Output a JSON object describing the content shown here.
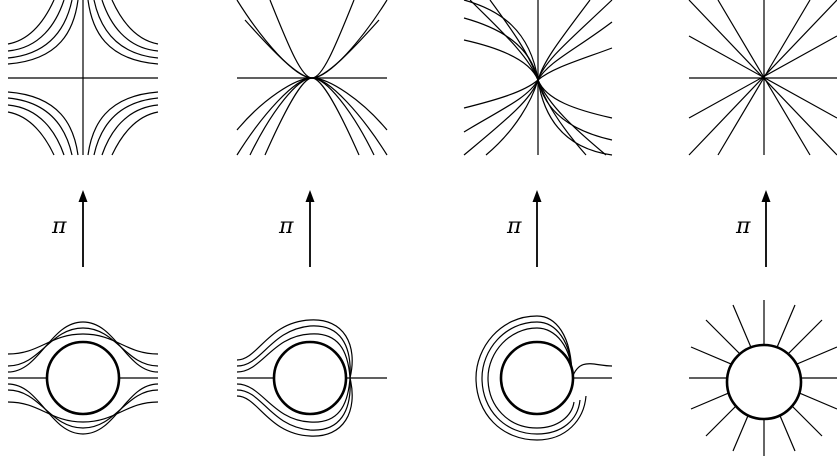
{
  "panels": [
    {
      "id": "saddle",
      "label": "π"
    },
    {
      "id": "saddle-node",
      "label": "π"
    },
    {
      "id": "focus-node",
      "label": "π"
    },
    {
      "id": "star-node",
      "label": "π"
    }
  ]
}
